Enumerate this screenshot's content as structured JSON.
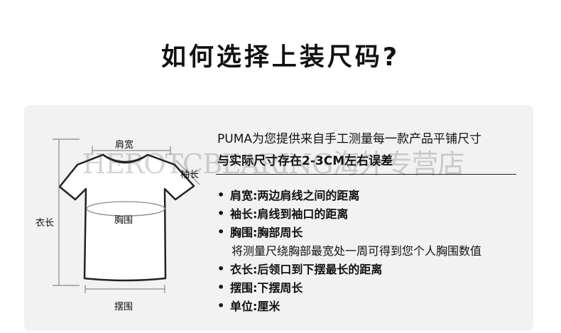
{
  "title": "如何选择上装尺码?",
  "diagram": {
    "shoulder_label": "肩宽",
    "sleeve_label": "袖长",
    "length_label": "衣长",
    "chest_label": "胸围",
    "hem_label": "摆围"
  },
  "intro": {
    "line1": "PUMA为您提供来自手工测量每一款产品平铺尺寸",
    "line2": "与实际尺寸存在2-3CM左右误差"
  },
  "watermark": "HEROTCBEARING海外专营店",
  "bullets": [
    {
      "text": "肩宽:两边肩线之间的距离"
    },
    {
      "text": "袖长:肩线到袖口的距离"
    },
    {
      "text": "胸围:胸部周长"
    },
    {
      "text": "将测量尺绕胸部最宽处一周可得到您个人胸围数值",
      "sub": true
    },
    {
      "text": "衣长:后领口到下摆最长的距离"
    },
    {
      "text": "摆围:下摆周长"
    },
    {
      "text": "单位:厘米"
    }
  ],
  "colors": {
    "card_bg": "#f2f2f2",
    "text": "#111111",
    "guide": "#8a8a8a"
  }
}
